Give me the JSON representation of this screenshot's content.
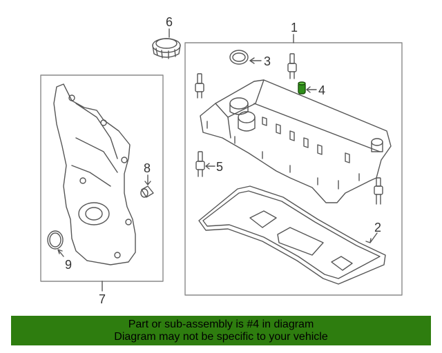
{
  "callouts": {
    "c1": "1",
    "c2": "2",
    "c3": "3",
    "c4": "4",
    "c5": "5",
    "c6": "6",
    "c7": "7",
    "c8": "8",
    "c9": "9"
  },
  "banner": {
    "line1": "Part or sub-assembly is #4 in diagram",
    "line2": "Diagram may not be specific to your vehicle"
  },
  "colors": {
    "banner_bg": "#2e7d0f",
    "highlight_part": "#2f8f1a",
    "line": "#555555"
  }
}
